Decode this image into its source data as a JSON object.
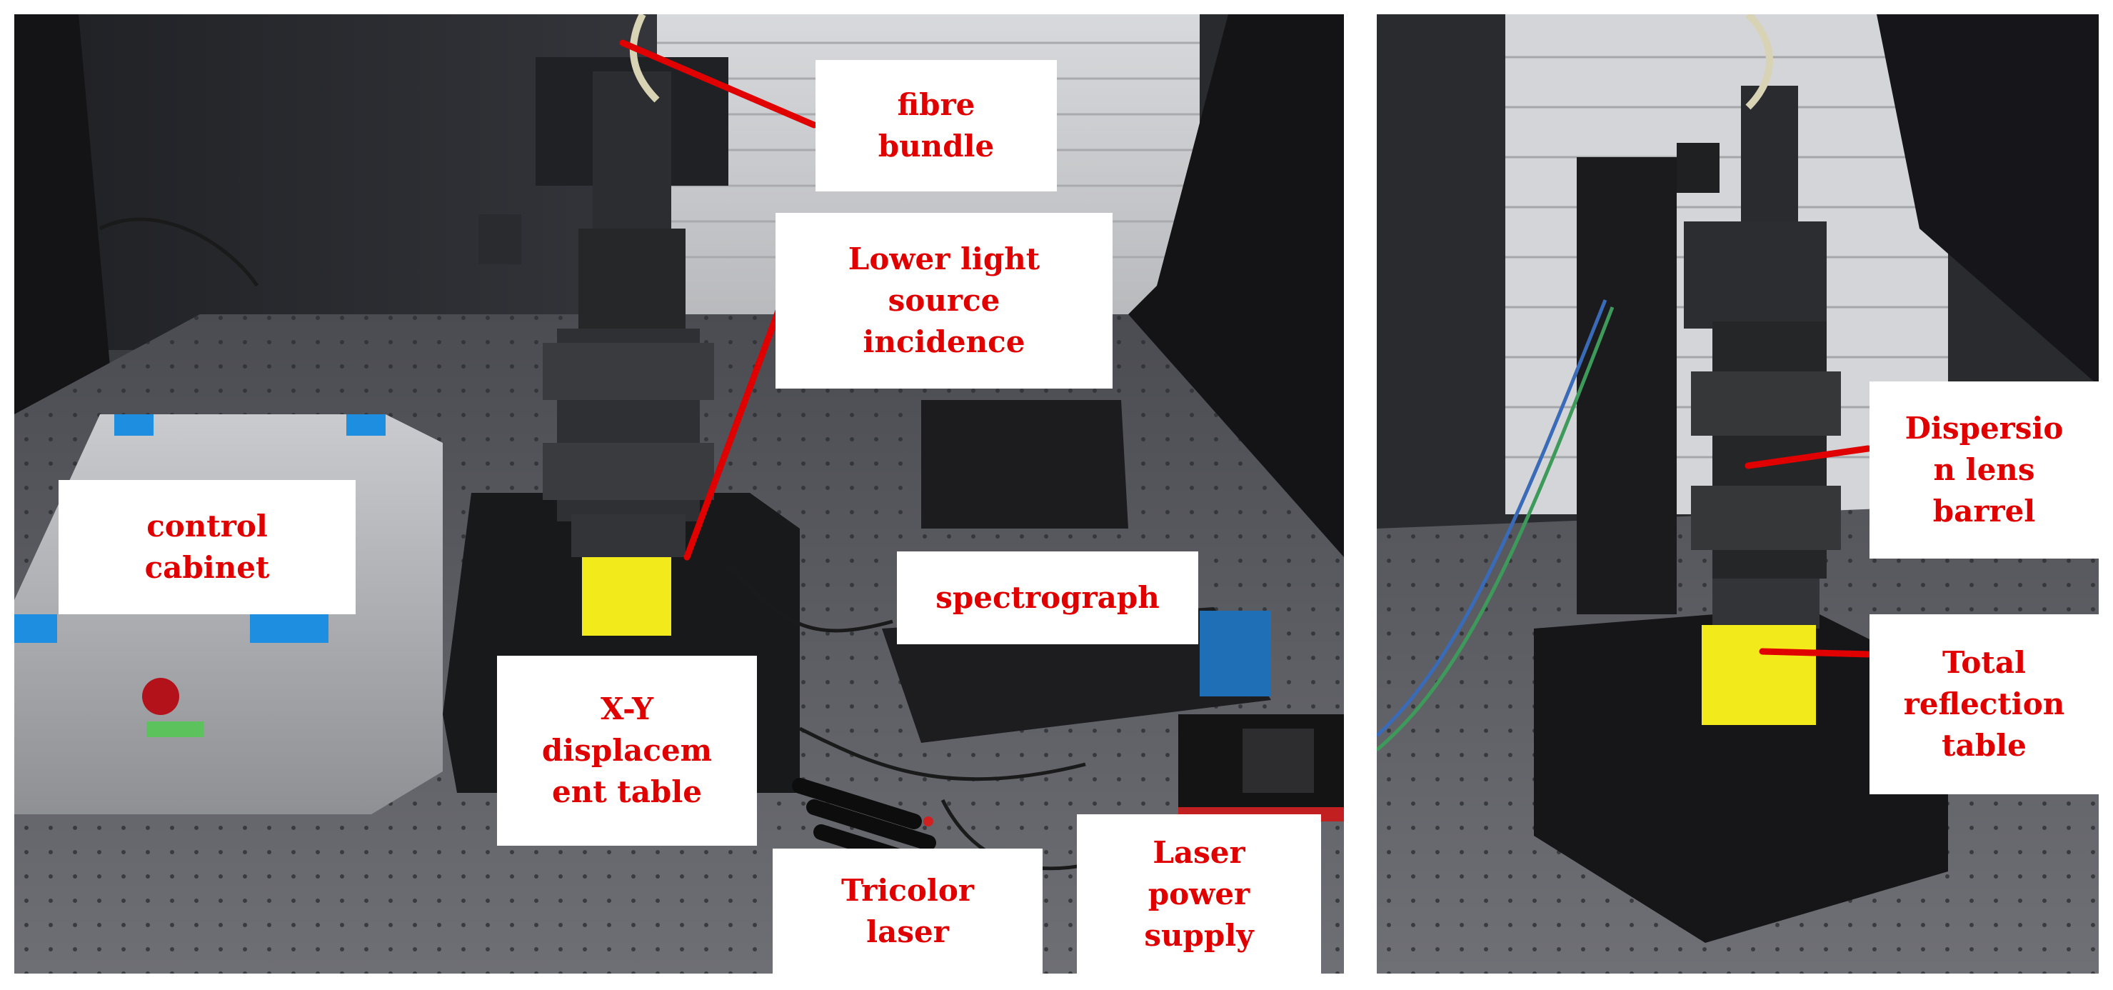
{
  "labels": {
    "fibre_bundle": "fibre\nbundle",
    "lower_light_source_incidence": "Lower light\nsource\nincidence",
    "control_cabinet": "control\ncabinet",
    "spectrograph": "spectrograph",
    "xy_displacement_table": "X-Y\ndisplacem\nent table",
    "tricolor_laser": "Tricolor\nlaser",
    "laser_power_supply": "Laser\npower\nsupply",
    "dispersion_lens_barrel": "Dispersio\nn lens\nbarrel",
    "total_reflection_table": "Total\nreflection\ntable"
  },
  "colors": {
    "label_text": "#e00000",
    "label_background": "#ffffff",
    "pointer_line": "#e00000",
    "sample_block": "#f2ea1a",
    "optical_table": "#5a5b60",
    "curtain": "#2b2c30",
    "enclosure_frame": "#1b1b1d"
  }
}
